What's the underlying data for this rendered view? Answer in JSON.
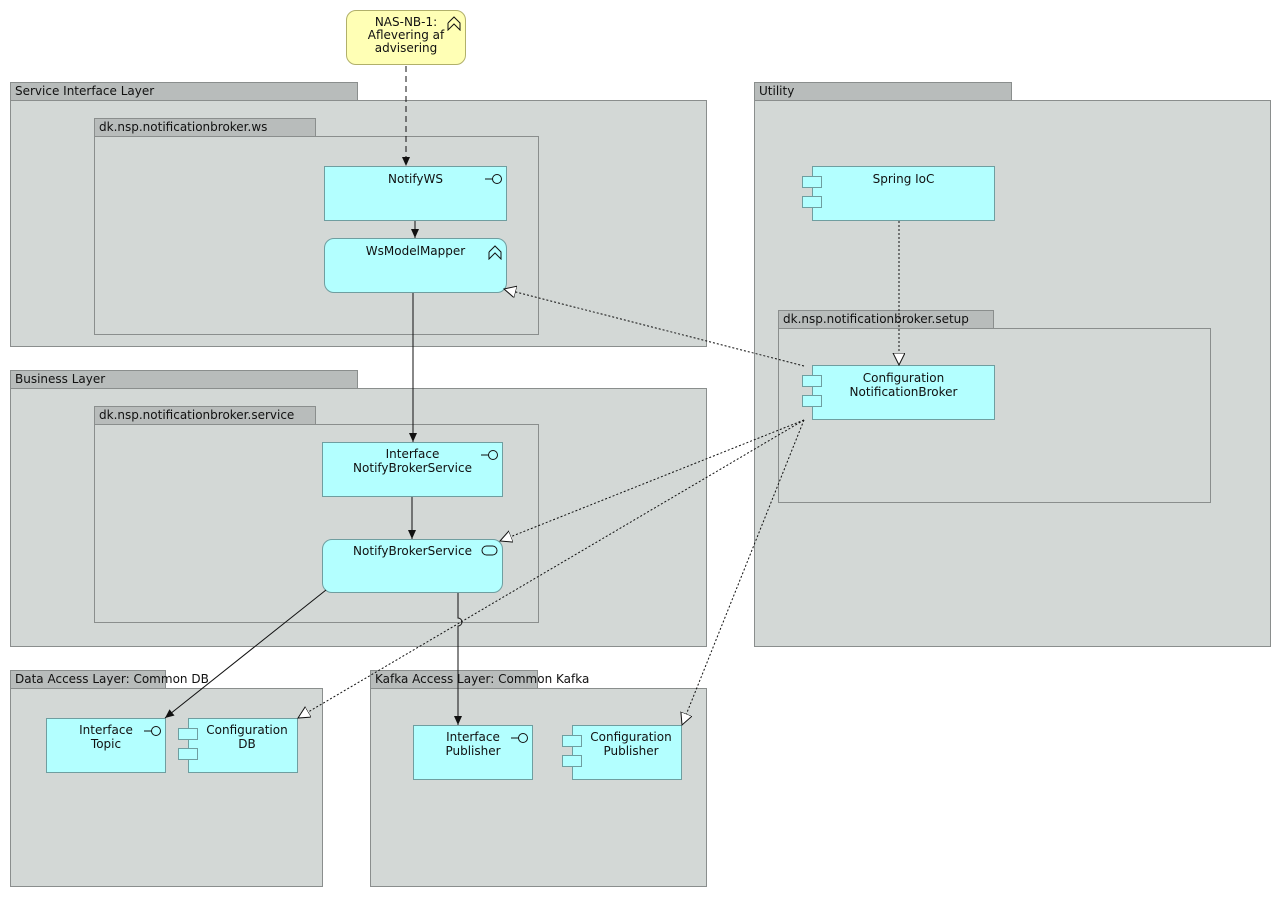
{
  "requirement": {
    "label": "NAS-NB-1:\nAflevering af\nadvisering"
  },
  "layers": {
    "service_interface": {
      "title": "Service Interface Layer",
      "package": "dk.nsp.notificationbroker.ws",
      "notify_ws": "NotifyWS",
      "ws_model_mapper": "WsModelMapper"
    },
    "business": {
      "title": "Business Layer",
      "package": "dk.nsp.notificationbroker.service",
      "interface_service": "Interface\nNotifyBrokerService",
      "service": "NotifyBrokerService"
    },
    "data_access": {
      "title": "Data Access Layer: Common DB",
      "interface_topic": "Interface\nTopic",
      "config_db": "Configuration\nDB"
    },
    "kafka_access": {
      "title": "Kafka Access Layer: Common Kafka",
      "interface_publisher": "Interface\nPublisher",
      "config_publisher": "Configuration\nPublisher"
    },
    "utility": {
      "title": "Utility",
      "spring": "Spring IoC",
      "package": "dk.nsp.notificationbroker.setup",
      "config_broker": "Configuration\nNotificationBroker"
    }
  },
  "colors": {
    "node_fill": "#b3ffff",
    "requirement_fill": "#ffffb5",
    "layer_fill": "#d3d8d6",
    "tab_fill": "#b8bcbb"
  },
  "icons": {
    "requirement": "requirement-chevron-icon",
    "interface": "interface-lollipop-icon",
    "function": "function-chevron-icon",
    "service": "service-rounded-icon",
    "component": "component-icon"
  }
}
